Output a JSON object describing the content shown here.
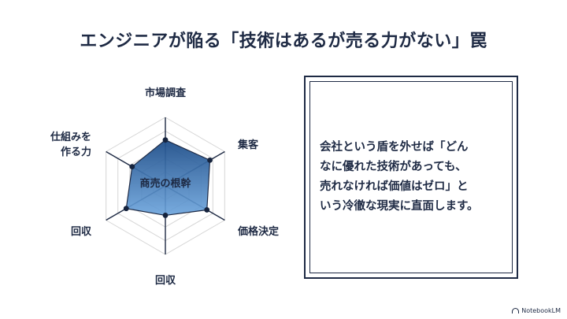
{
  "title": "エンジニアが陥る「技術はあるが売る力がない」罠",
  "radar": {
    "center_label": "商売の根幹",
    "axes": [
      {
        "label_lines": [
          "市場調査"
        ],
        "value": 0.67
      },
      {
        "label_lines": [
          "集客"
        ],
        "value": 0.75
      },
      {
        "label_lines": [
          "価格決定"
        ],
        "value": 0.7
      },
      {
        "label_lines": [
          "回収"
        ],
        "value": 0.43
      },
      {
        "label_lines": [
          "回収"
        ],
        "value": 0.66
      },
      {
        "label_lines": [
          "仕組みを",
          "作る力"
        ],
        "value": 0.56
      }
    ],
    "colors": {
      "fill_top": "#1f4e89",
      "fill_bottom": "#6aa3dc",
      "axis": "#1e2a44",
      "grid": "#d6d6d6"
    }
  },
  "quote": {
    "lines": [
      "会社という盾を外せば「どん",
      "なに優れた技術があっても、",
      "売れなければ価値はゼロ」と",
      "いう冷徹な現実に直面します。"
    ]
  },
  "brand": "NotebookLM"
}
